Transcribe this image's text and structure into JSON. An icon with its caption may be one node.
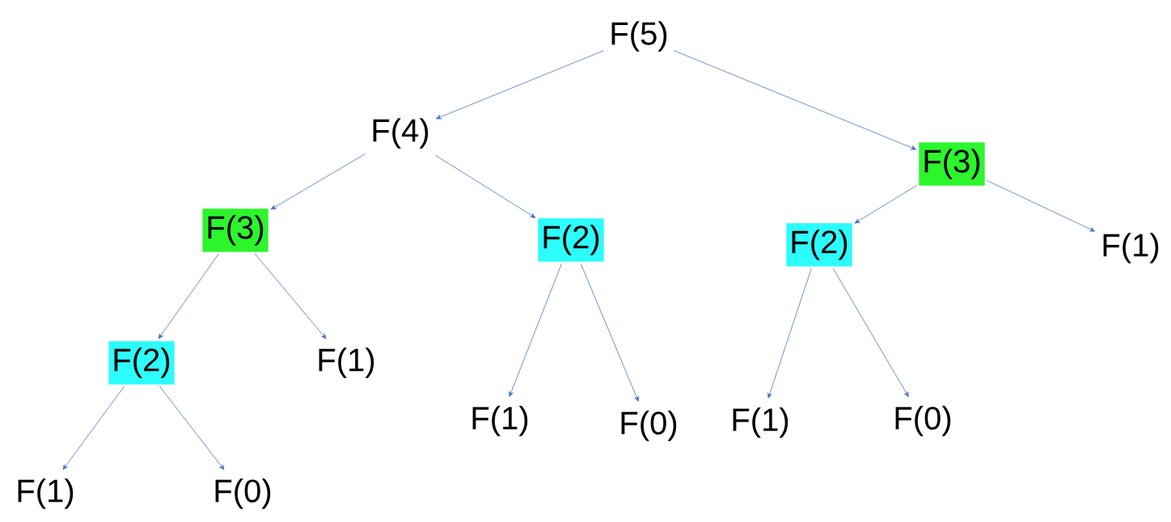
{
  "diagram": {
    "nodes": [
      {
        "text": [
          "F(5)"
        ]
      },
      {
        "text": [
          "F(4)"
        ]
      },
      {
        "text": [
          "F(3)"
        ]
      },
      {
        "text": [
          "F(3)"
        ]
      },
      {
        "text": [
          "F(2)"
        ]
      },
      {
        "text": [
          "F(2)"
        ]
      },
      {
        "text": [
          "F(1)"
        ]
      },
      {
        "text": [
          "F(2)"
        ]
      },
      {
        "text": [
          "F(1)"
        ]
      },
      {
        "text": [
          "F(1)"
        ]
      },
      {
        "text": [
          "F(0)"
        ]
      },
      {
        "text": [
          "F(1)"
        ]
      },
      {
        "text": [
          "F(0)"
        ]
      },
      {
        "text": [
          "F(1)"
        ]
      },
      {
        "text": [
          "F(0)"
        ]
      }
    ],
    "edges": [
      {
        "from": 0,
        "to": 1,
        "arrow": "to"
      },
      {
        "from": 0,
        "to": 2,
        "arrow": "to"
      },
      {
        "from": 1,
        "to": 3,
        "arrow": "to"
      },
      {
        "from": 1,
        "to": 4,
        "arrow": "to"
      },
      {
        "from": 2,
        "to": 5,
        "arrow": "to"
      },
      {
        "from": 2,
        "to": 6,
        "arrow": "to"
      },
      {
        "from": 3,
        "to": 7,
        "arrow": "to"
      },
      {
        "from": 3,
        "to": 8,
        "arrow": "to"
      },
      {
        "from": 4,
        "to": 9,
        "arrow": "to"
      },
      {
        "from": 4,
        "to": 10,
        "arrow": "to"
      },
      {
        "from": 5,
        "to": 11,
        "arrow": "to"
      },
      {
        "from": 5,
        "to": 12,
        "arrow": "to"
      },
      {
        "from": 7,
        "to": 13,
        "arrow": "to"
      },
      {
        "from": 7,
        "to": 14,
        "arrow": "to"
      }
    ]
  }
}
